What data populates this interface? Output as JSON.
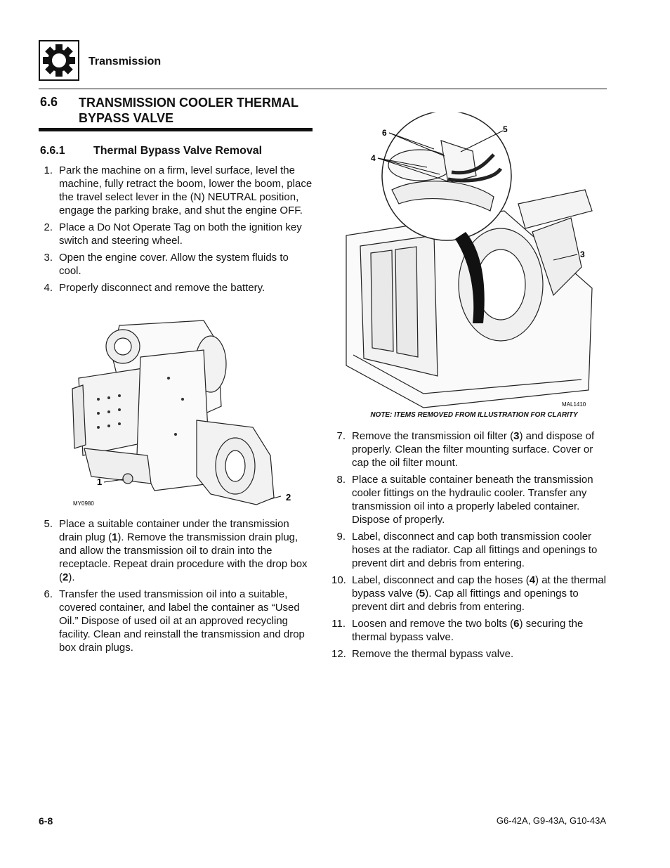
{
  "header": {
    "icon": "gear-icon",
    "section_label": "Transmission"
  },
  "section": {
    "number": "6.6",
    "title": "TRANSMISSION COOLER THERMAL BYPASS VALVE"
  },
  "subsection": {
    "number": "6.6.1",
    "title": "Thermal Bypass Valve Removal"
  },
  "steps_a": [
    {
      "n": "1.",
      "text": "Park the machine on a firm, level surface, level the machine, fully retract the boom, lower the boom, place the travel select lever in the (N) NEUTRAL position, engage the parking brake, and shut the engine OFF."
    },
    {
      "n": "2.",
      "text": "Place a Do Not Operate Tag on both the ignition key switch and steering wheel."
    },
    {
      "n": "3.",
      "text": "Open the engine cover. Allow the system fluids to cool."
    },
    {
      "n": "4.",
      "text": "Properly disconnect and remove the battery."
    }
  ],
  "figure1": {
    "code": "MY0980",
    "callouts": [
      "1",
      "2"
    ]
  },
  "steps_b": [
    {
      "n": "5.",
      "text": "Place a suitable container under the transmission drain plug (1). Remove the transmission drain plug, and allow the transmission oil to drain into the receptacle. Repeat drain procedure with the drop box (2)."
    },
    {
      "n": "6.",
      "text": "Transfer the used transmission oil into a suitable, covered container, and label the container as “Used Oil.” Dispose of used oil at an approved recycling facility. Clean and reinstall the transmission and drop box drain plugs."
    }
  ],
  "figure2": {
    "code": "MAL1410",
    "callouts": [
      "6",
      "5",
      "4",
      "3"
    ],
    "note": "NOTE: ITEMS REMOVED FROM ILLUSTRATION FOR CLARITY"
  },
  "steps_c": [
    {
      "n": "7.",
      "text": "Remove the transmission oil filter (3) and dispose of properly. Clean the filter mounting surface. Cover or cap the oil filter mount."
    },
    {
      "n": "8.",
      "text": "Place a suitable container beneath the transmission cooler fittings on the hydraulic cooler. Transfer any transmission oil into a properly labeled container. Dispose of properly."
    },
    {
      "n": "9.",
      "text": "Label, disconnect and cap both transmission cooler hoses at the radiator. Cap all fittings and openings to prevent dirt and debris from entering."
    },
    {
      "n": "10.",
      "text": "Label, disconnect and cap the hoses (4) at the thermal bypass valve (5). Cap all fittings and openings to prevent dirt and debris from entering."
    },
    {
      "n": "11.",
      "text": "Loosen and remove the two bolts (6) securing the thermal bypass valve."
    },
    {
      "n": "12.",
      "text": "Remove the thermal bypass valve."
    }
  ],
  "footer": {
    "page_number": "6-8",
    "models": "G6-42A, G9-43A, G10-43A"
  }
}
